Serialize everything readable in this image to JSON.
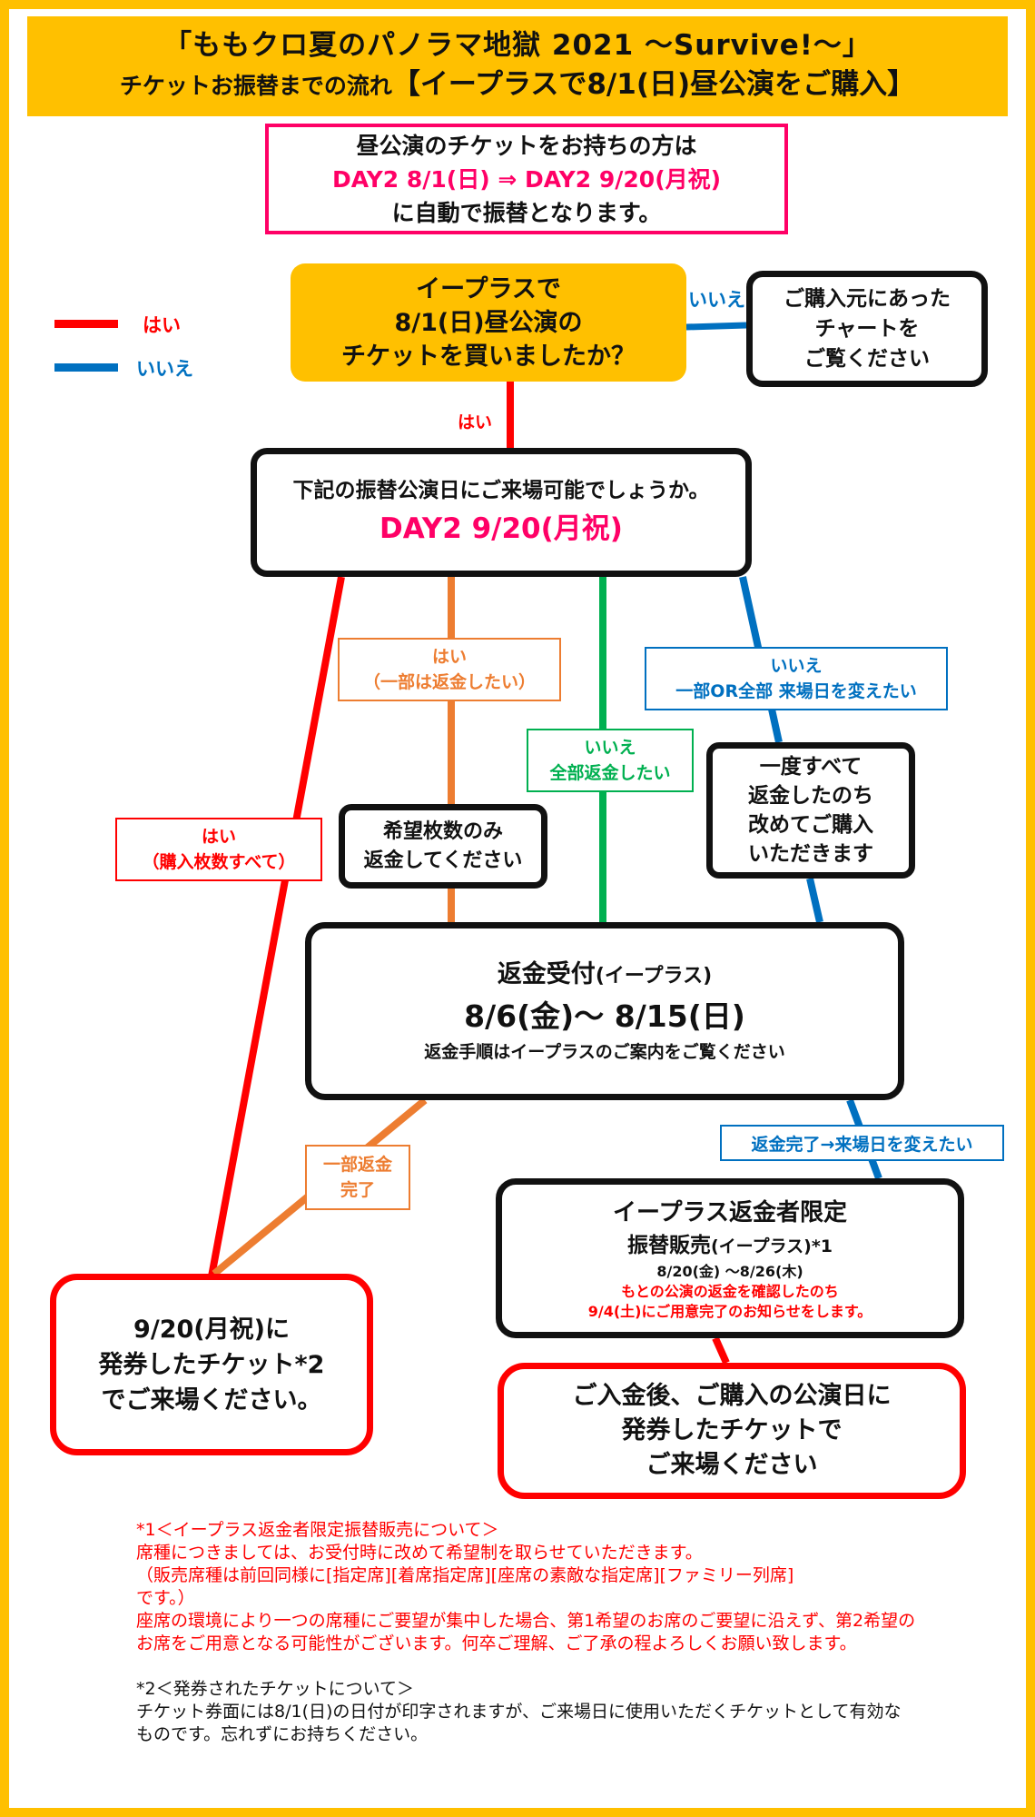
{
  "colors": {
    "yes": "#ff0000",
    "no": "#0070c0",
    "partial": "#ed7d31",
    "all_refund": "#00b050",
    "header": "#ffc000",
    "accent": "#ff0066"
  },
  "header": {
    "line1": "「ももクロ夏のパノラマ地獄 2021 ～Survive!～」",
    "line2_small": "チケットお振替までの流れ",
    "line2_big": "【イープラスで8/1(日)昼公演をご購入】"
  },
  "notice": {
    "line1": "昼公演のチケットをお持ちの方は",
    "line2": "DAY2 8/1(日) ⇒ DAY2 9/20(月祝)",
    "line3": "に自動で振替となります。"
  },
  "legend": {
    "yes": "はい",
    "no": "いいえ"
  },
  "question1": {
    "line1": "イープラスで",
    "line2": "8/1(日)昼公演の",
    "line3": "チケットを買いましたか？"
  },
  "side_box": {
    "line1": "ご購入元にあった",
    "line2": "チャートを",
    "line3": "ご覧ください"
  },
  "edge_labels": {
    "q1_no": "いいえ",
    "q1_yes": "はい"
  },
  "question2": {
    "line1": "下記の振替公演日にご来場可能でしょうか。",
    "line2": "DAY2 9/20(月祝)"
  },
  "branches": {
    "yes_all": {
      "line1": "はい",
      "line2": "（購入枚数すべて）"
    },
    "yes_partial": {
      "line1": "はい",
      "line2": "（一部は返金したい）"
    },
    "no_all_refund": {
      "line1": "いいえ",
      "line2": "全部返金したい"
    },
    "no_change": {
      "line1": "いいえ",
      "line2": "一部OR全部 来場日を変えたい"
    }
  },
  "partial_box": {
    "line1": "希望枚数のみ",
    "line2": "返金してください"
  },
  "rebuy_box": {
    "line1": "一度すべて",
    "line2": "返金したのち",
    "line3": "改めてご購入",
    "line4": "いただきます"
  },
  "refund_box": {
    "title": "返金受付",
    "title_sub": "(イープラス)",
    "period": "8/6(金)～ 8/15(日)",
    "note": "返金手順はイープラスのご案内をご覧ください"
  },
  "partial_done": {
    "line1": "一部返金",
    "line2": "完了"
  },
  "refund_done": "返金完了→来場日を変えたい",
  "eplus_box": {
    "line1": "イープラス返金者限定",
    "line2": "振替販売",
    "line2_sub": "(イープラス)*1",
    "line3": "8/20(金) ～8/26(木)",
    "line4": "もとの公演の返金を確認したのち",
    "line5": "9/4(土)にご用意完了のお知らせをします。"
  },
  "end_left": {
    "line1": "9/20(月祝)に",
    "line2": "発券したチケット*2",
    "line3": "でご来場ください。"
  },
  "end_right": {
    "line1": "ご入金後、ご購入の公演日に",
    "line2": "発券したチケットで",
    "line3": "ご来場ください"
  },
  "notes": {
    "n1_title": "*1＜イープラス返金者限定振替販売について＞",
    "n1_l1": "席種につきましては、お受付時に改めて希望制を取らせていただきます。",
    "n1_l2": "（販売席種は前回同様に[指定席][着席指定席][座席の素敵な指定席][ファミリー列席]",
    "n1_l3": "です。）",
    "n1_l4": "座席の環境により一つの席種にご要望が集中した場合、第1希望のお席のご要望に沿えず、第2希望のお席をご用意となる可能性がございます。何卒ご理解、ご了承の程よろしくお願い致します。",
    "n2_title": "*2＜発券されたチケットについて＞",
    "n2_l1": "チケット券面には8/1(日)の日付が印字されますが、ご来場日に使用いただくチケットとして有効なものです。忘れずにお持ちください。"
  }
}
